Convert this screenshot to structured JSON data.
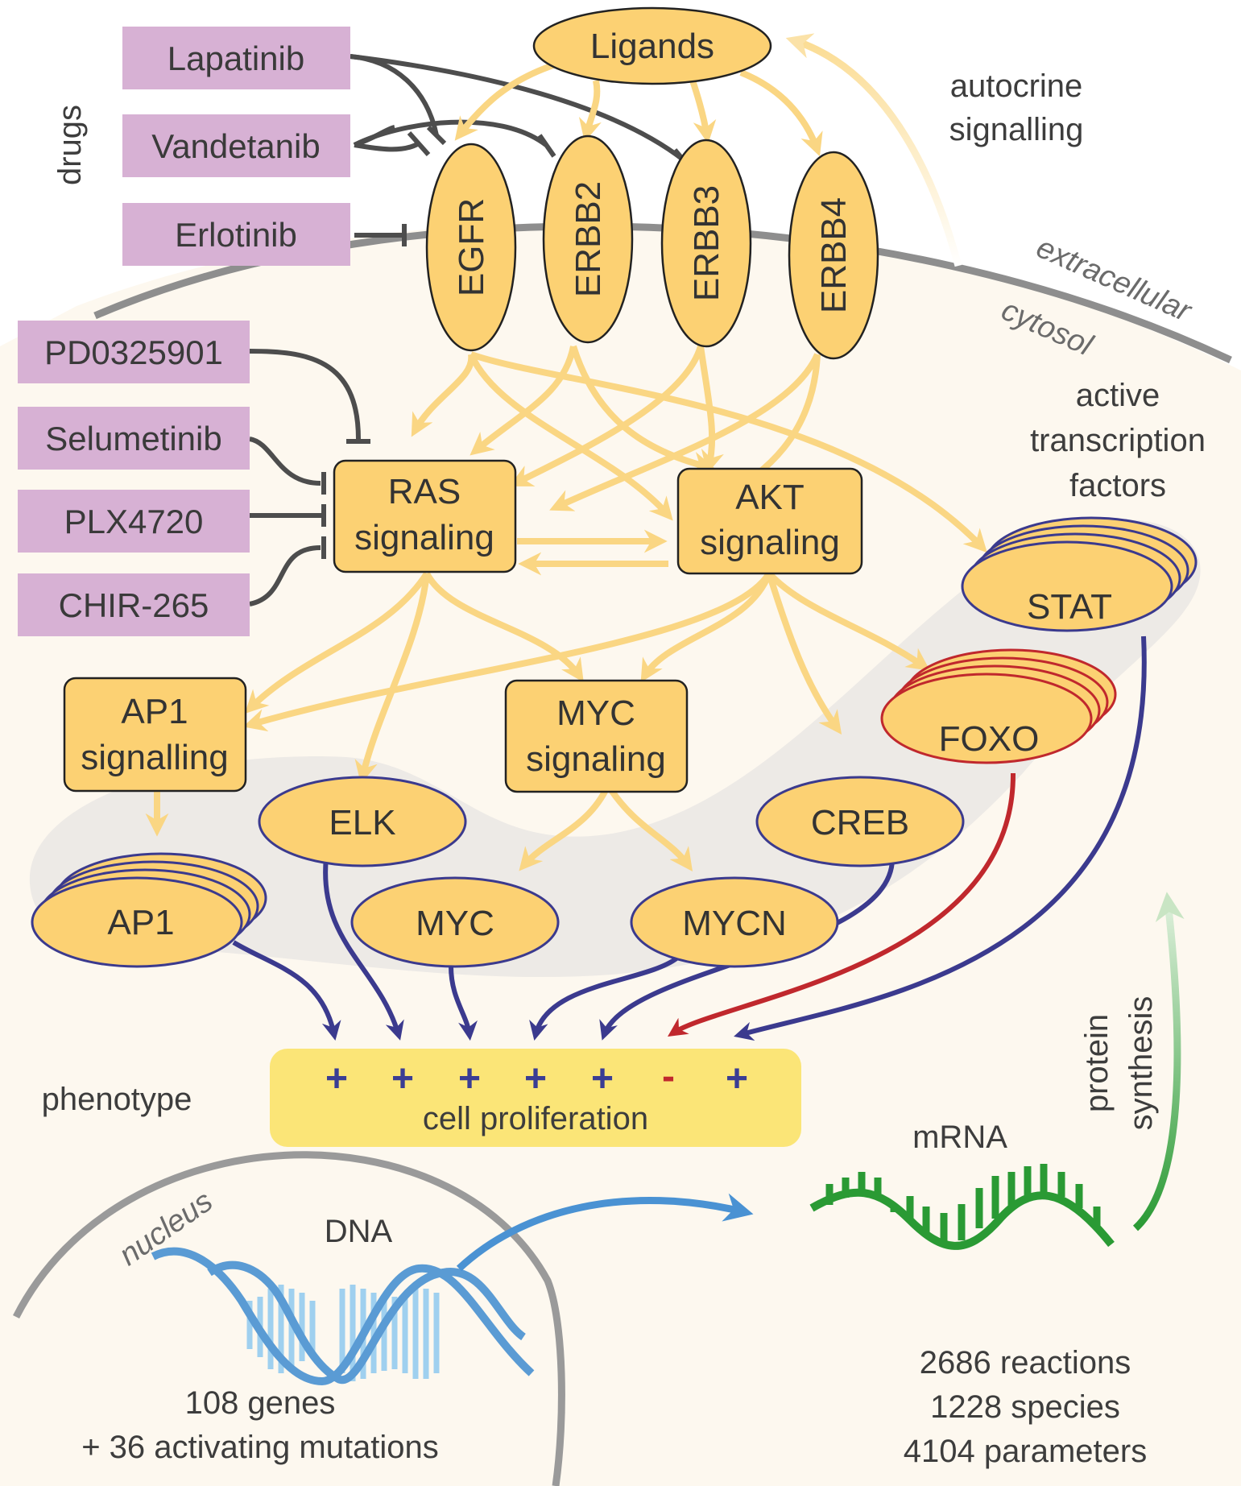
{
  "drugs": {
    "title": "drugs",
    "items": [
      "Lapatinib",
      "Vandetanib",
      "Erlotinib",
      "PD0325901",
      "Selumetinib",
      "PLX4720",
      "CHIR-265"
    ]
  },
  "ligands": "Ligands",
  "receptors": [
    "EGFR",
    "ERBB2",
    "ERBB3",
    "ERBB4"
  ],
  "signaling": {
    "ras_line1": "RAS",
    "ras_line2": "signaling",
    "akt_line1": "AKT",
    "akt_line2": "signaling",
    "ap1_line1": "AP1",
    "ap1_line2": "signalling",
    "myc_line1": "MYC",
    "myc_line2": "signaling"
  },
  "transcription_factors": [
    "AP1",
    "ELK",
    "MYC",
    "MYCN",
    "CREB",
    "FOXO",
    "STAT"
  ],
  "labels": {
    "autocrine_line1": "autocrine",
    "autocrine_line2": "signalling",
    "extracellular": "extracellular",
    "cytosol": "cytosol",
    "active_tf_line1": "active",
    "active_tf_line2": "transcription",
    "active_tf_line3": "factors",
    "phenotype": "phenotype",
    "cell_proliferation": "cell proliferation",
    "protein_line1": "protein",
    "protein_line2": "synthesis",
    "mrna": "mRNA",
    "nucleus": "nucleus",
    "dna": "DNA"
  },
  "phenotype_signs": [
    "+",
    "+",
    "+",
    "+",
    "+",
    "-",
    "+"
  ],
  "dna_caption": {
    "line1": "108 genes",
    "line2": "+ 36 activating mutations"
  },
  "model_stats": {
    "reactions": "2686 reactions",
    "species": "1228 species",
    "parameters": "4104 parameters"
  },
  "colors": {
    "node_fill": "#fcd173",
    "arrow_yellow": "#fad683",
    "drug_fill": "#d7b1d4",
    "inhibitor_gray": "#4d4d4d",
    "tf_outline_blue": "#3b3a8e",
    "foxo_outline_red": "#c0282d",
    "phenotype_bar": "#fbe577",
    "plus_blue": "#3a3d94",
    "minus_red": "#c0282d",
    "mrna_green": "#2a9a34",
    "dna_blue": "#5a9bd4",
    "cell_fill": "#fdf8ef",
    "membrane_gray": "#8e8e8e"
  }
}
